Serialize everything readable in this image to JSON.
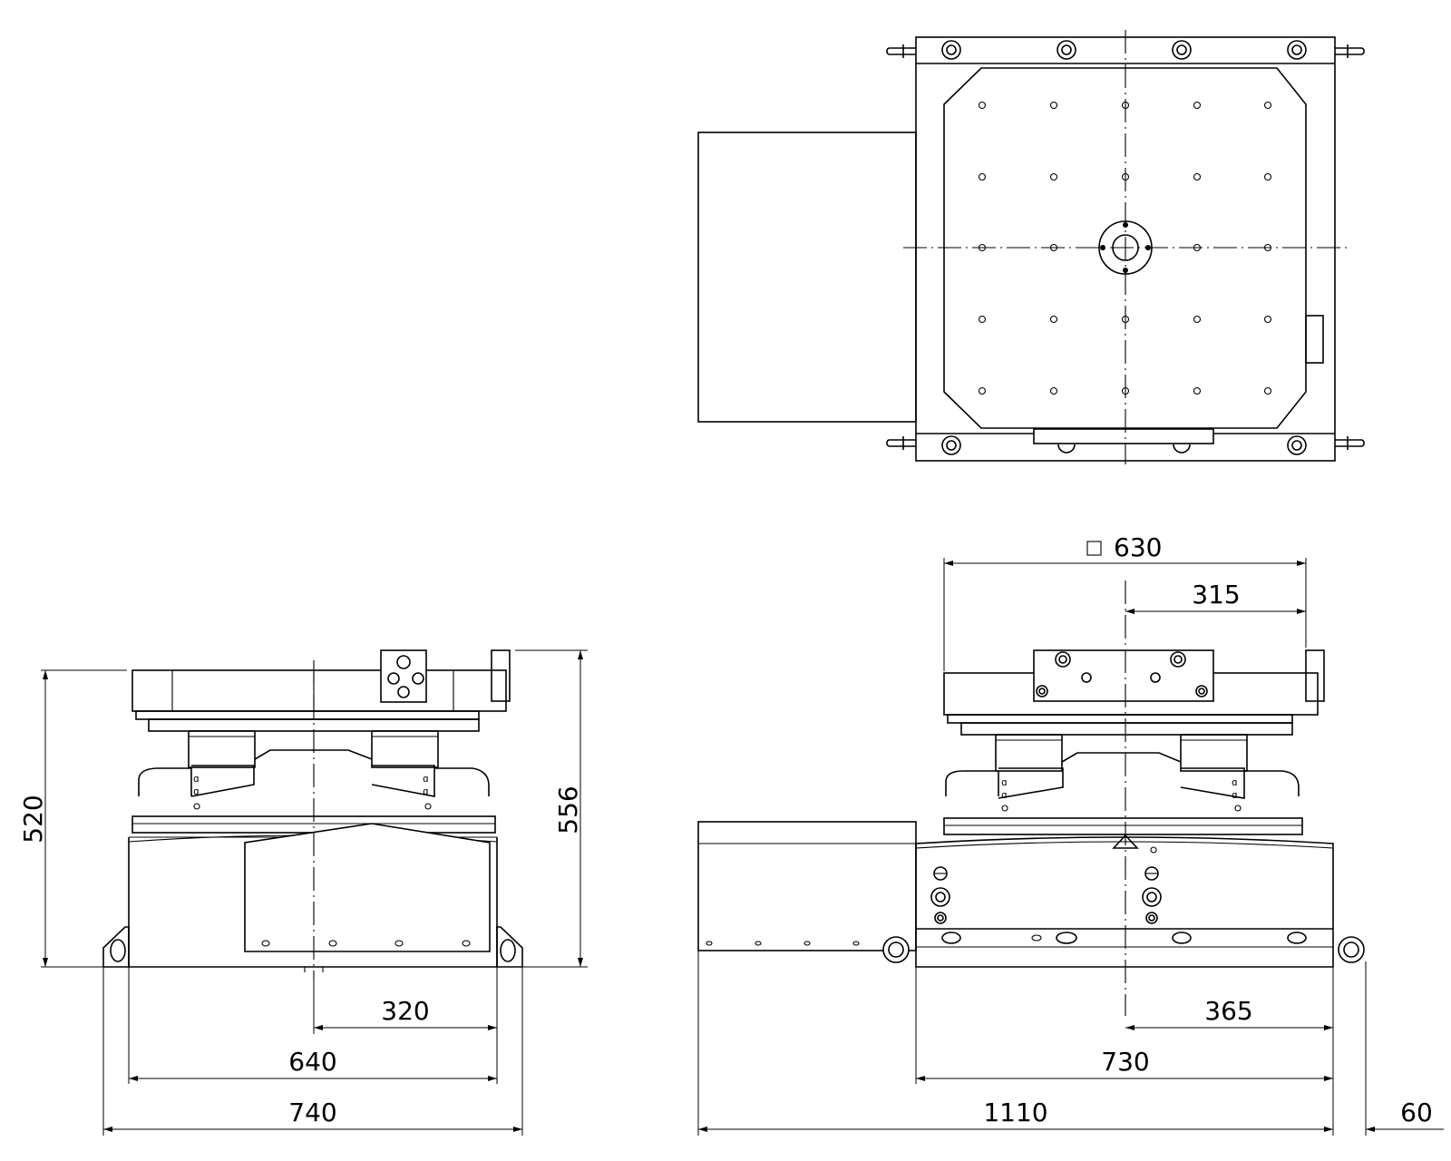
{
  "dimensions": {
    "side_height": "520",
    "side_overall_height": "556",
    "side_half_width": "320",
    "side_body_width": "640",
    "side_overall_width": "740",
    "table_size_symbol": "□",
    "table_size": "630",
    "table_half": "315",
    "front_half_width": "365",
    "front_body_width": "730",
    "front_overall_width": "1110",
    "lifting_eye_offset": "60"
  }
}
